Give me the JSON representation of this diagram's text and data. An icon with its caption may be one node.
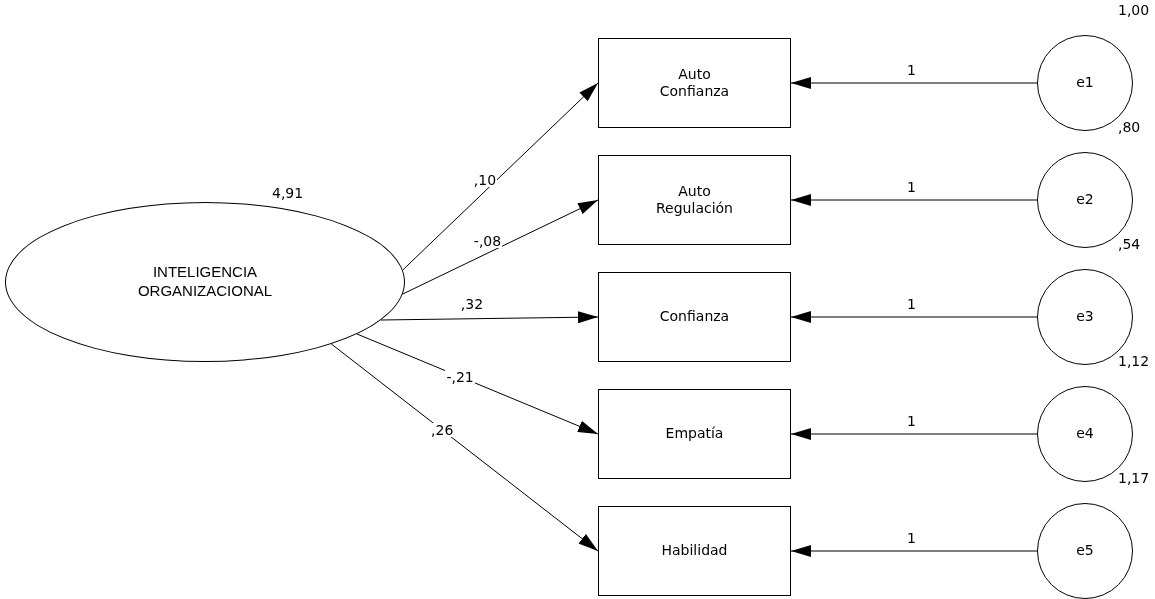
{
  "diagram": {
    "nodes": [
      {
        "text": [
          "INTELIGENCIA ORGANIZACIONAL"
        ]
      },
      {
        "text": [
          "Auto Confianza"
        ]
      },
      {
        "text": [
          "Auto Regulación"
        ]
      },
      {
        "text": [
          "Confianza"
        ]
      },
      {
        "text": [
          "Empatía"
        ]
      },
      {
        "text": [
          "Habilidad"
        ]
      },
      {
        "text": [
          "e1"
        ]
      },
      {
        "text": [
          "e2"
        ]
      },
      {
        "text": [
          "e3"
        ]
      },
      {
        "text": [
          "e4"
        ]
      },
      {
        "text": [
          "e5"
        ]
      }
    ],
    "edges": [
      {
        "from": 0,
        "to": 1,
        "arrow": "to",
        "label": ",10"
      },
      {
        "from": 0,
        "to": 2,
        "arrow": "to",
        "label": "-,08"
      },
      {
        "from": 0,
        "to": 3,
        "arrow": "to",
        "label": ",32"
      },
      {
        "from": 0,
        "to": 4,
        "arrow": "to",
        "label": "-,21"
      },
      {
        "from": 0,
        "to": 5,
        "arrow": "to",
        "label": ",26"
      },
      {
        "from": 6,
        "to": 1,
        "arrow": "to",
        "label": "1"
      },
      {
        "from": 7,
        "to": 2,
        "arrow": "to",
        "label": "1"
      },
      {
        "from": 8,
        "to": 3,
        "arrow": "to",
        "label": "1"
      },
      {
        "from": 9,
        "to": 4,
        "arrow": "to",
        "label": "1"
      },
      {
        "from": 10,
        "to": 5,
        "arrow": "to",
        "label": "1"
      }
    ],
    "labels": [
      "1,00",
      ",80",
      "4,91",
      ",54",
      "1,12",
      "1,17"
    ]
  }
}
